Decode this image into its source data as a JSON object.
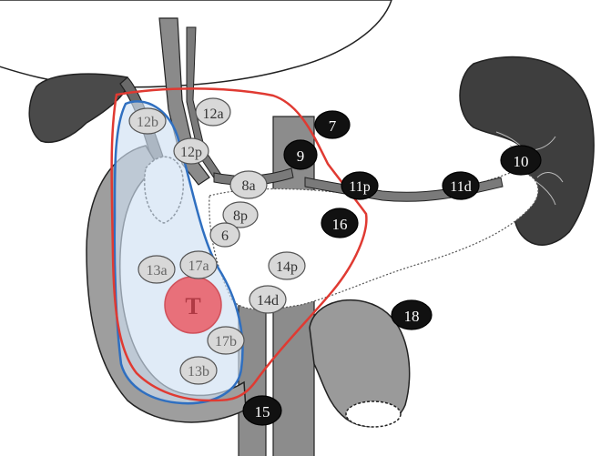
{
  "figure": {
    "title": "Pancreatic head tumor — regional lymph node stations",
    "tumor_label": "T",
    "colors": {
      "tumor_fill": "#e8707a",
      "tumor_stroke": "#d0505a",
      "blue_outline": "#2f6fc0",
      "blue_fill": "#cfe0f2",
      "red_outline": "#e03a32",
      "light_node_fill": "#d8d8d8",
      "dark_node_fill": "#111111",
      "organ_dark": "#444444",
      "organ_mid": "#9a9a9a"
    }
  },
  "nodes": {
    "n12a": "12a",
    "n12b": "12b",
    "n12p": "12p",
    "n8a": "8a",
    "n8p": "8p",
    "n6": "6",
    "n13a": "13a",
    "n17a": "17a",
    "n14p": "14p",
    "n14d": "14d",
    "n17b": "17b",
    "n13b": "13b",
    "n7": "7",
    "n9": "9",
    "n11p": "11p",
    "n11d": "11d",
    "n10": "10",
    "n16": "16",
    "n18": "18",
    "n15": "15"
  }
}
